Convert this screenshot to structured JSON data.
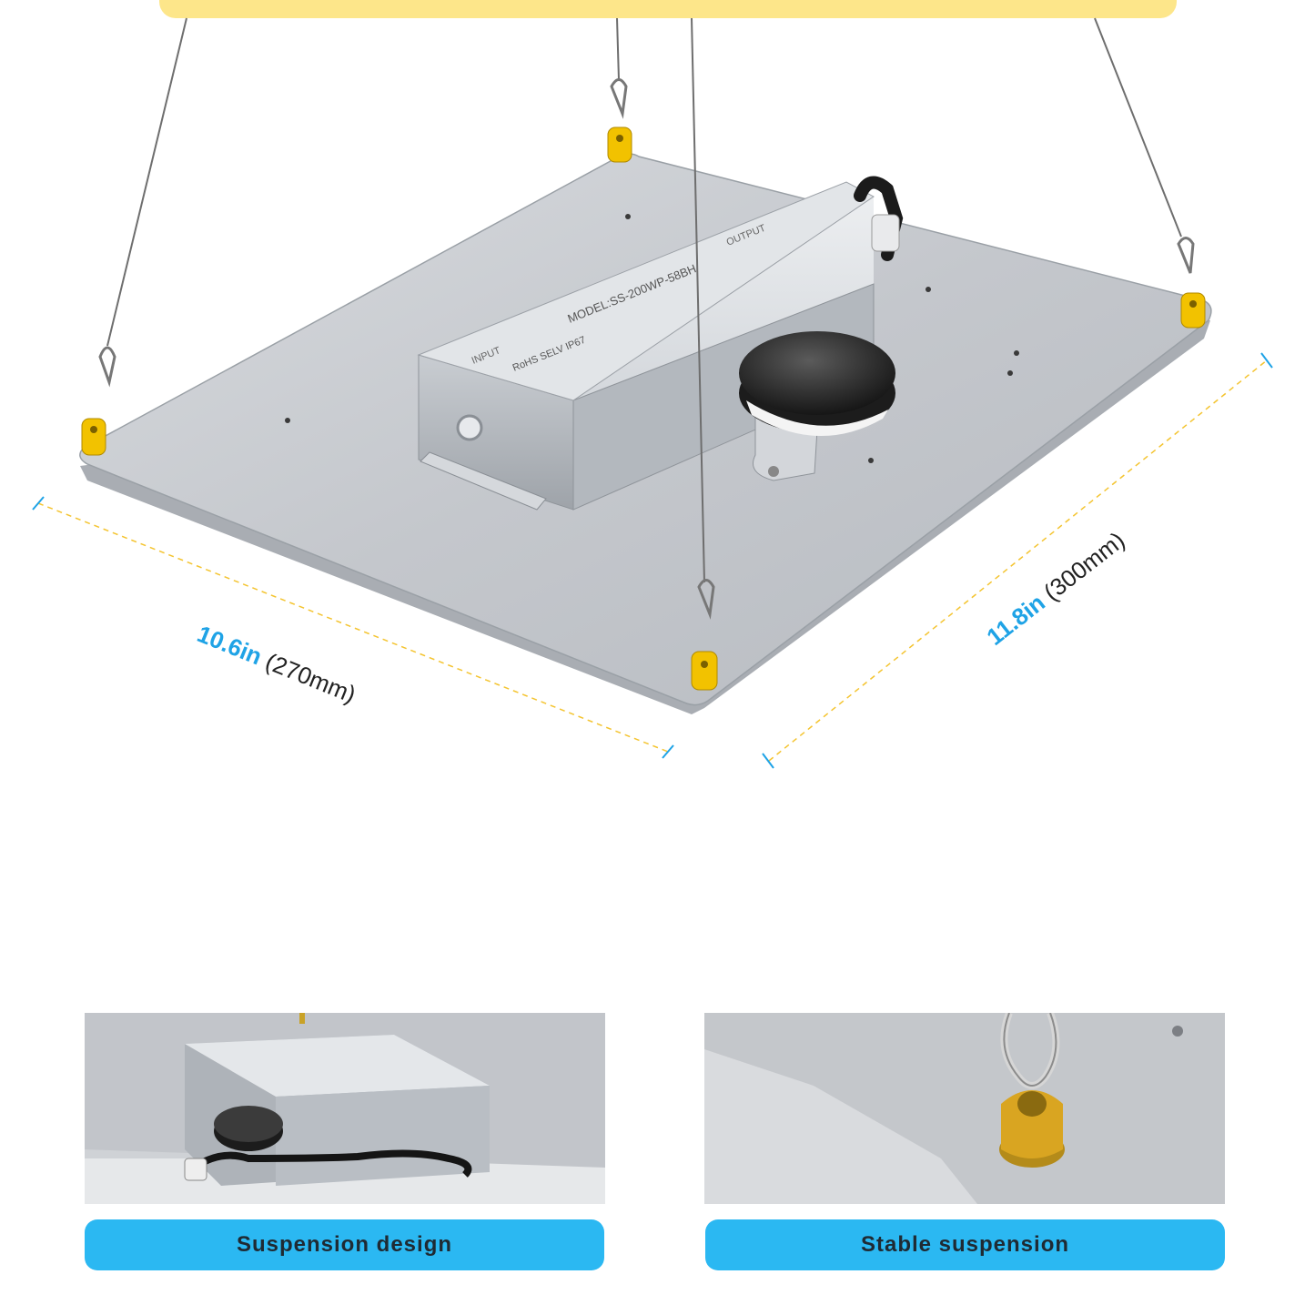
{
  "dimensions": {
    "width": {
      "value": "10.6in",
      "metric": "(270mm)"
    },
    "depth": {
      "value": "11.8in",
      "metric": "(300mm)"
    }
  },
  "driver": {
    "model_text": "MODEL:SS-200WP-58BH",
    "input_label": "INPUT",
    "output_label": "OUTPUT",
    "rating_text": "RoHS SELV IP67"
  },
  "features": [
    {
      "label": "Suspension design"
    },
    {
      "label": "Stable suspension"
    }
  ],
  "colors": {
    "accent_blue": "#2bb8f2",
    "dimension_blue": "#1fa3e6",
    "banner_yellow": "#fde68a",
    "panel_gray": "#c3c6cb",
    "bracket_yellow": "#f2c200"
  }
}
